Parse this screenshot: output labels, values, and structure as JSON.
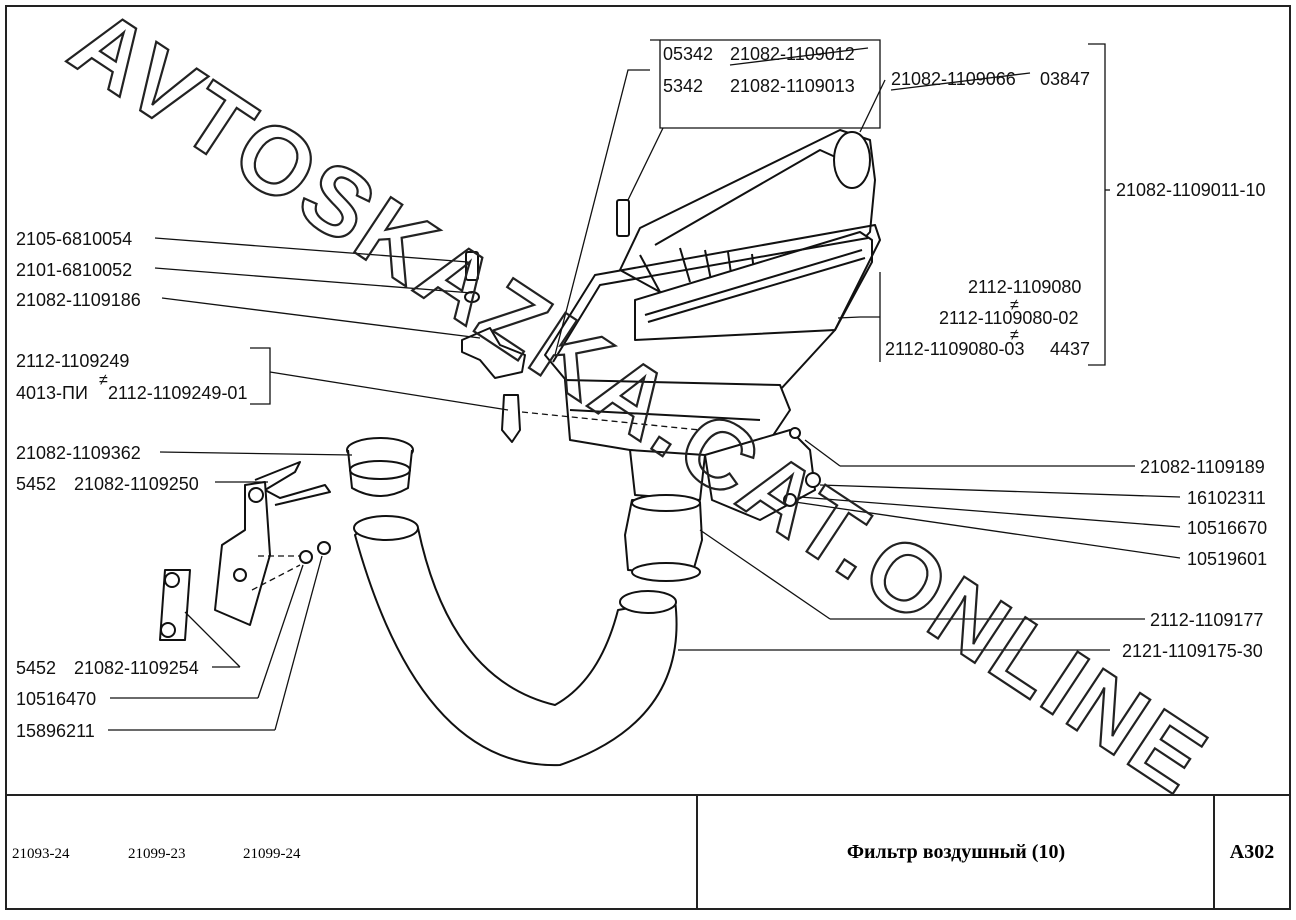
{
  "watermark": "AVTOSKAZKA.CAT.ONLINE",
  "callouts": {
    "left_2105_6810054": "2105-6810054",
    "left_2101_6810052": "2101-6810052",
    "left_21082_1109186": "21082-1109186",
    "left_2112_1109249": "2112-1109249",
    "left_4013_pi": "4013-ПИ",
    "left_2112_1109249_01": "2112-1109249-01",
    "left_21082_1109362": "21082-1109362",
    "left_5452_a": "5452",
    "left_21082_1109250": "21082-1109250",
    "left_5452_b": "5452",
    "left_21082_1109254": "21082-1109254",
    "left_10516470": "10516470",
    "left_15896211": "15896211",
    "top_05342": "05342",
    "top_21082_1109012": "21082-1109012",
    "top_5342": "5342",
    "top_21082_1109013": "21082-1109013",
    "top_21082_1109066": "21082-1109066",
    "top_03847": "03847",
    "right_21082_1109011_10": "21082-1109011-10",
    "right_2112_1109080": "2112-1109080",
    "right_2112_1109080_02": "2112-1109080-02",
    "right_2112_1109080_03": "2112-1109080-03",
    "right_4437": "4437",
    "right_21082_1109189": "21082-1109189",
    "right_16102311": "16102311",
    "right_10516670": "10516670",
    "right_10519601": "10519601",
    "right_2112_1109177": "2112-1109177",
    "right_2121_1109175_30": "2121-1109175-30",
    "interchange_symbol": "≠"
  },
  "footer": {
    "model_1": "21093-24",
    "model_2": "21099-23",
    "model_3": "21099-24",
    "title": "Фильтр воздушный (10)",
    "code": "A302"
  }
}
